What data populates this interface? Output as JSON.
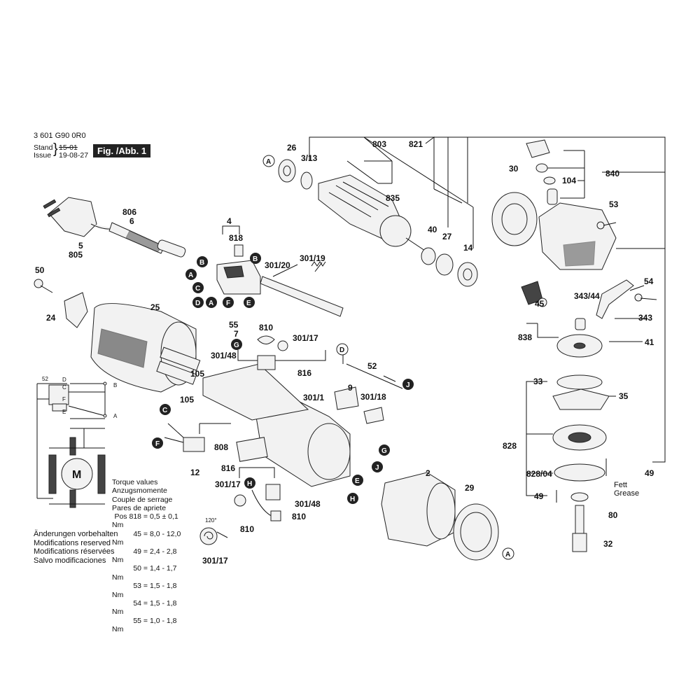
{
  "header": {
    "doc_number": "3 601 G90 0R0",
    "stand_label": "Stand",
    "issue_label": "Issue",
    "old_date": "15-01",
    "issue_date": "19-08-27",
    "figure_label": "Fig. /Abb. 1"
  },
  "labels": {
    "l26": "26",
    "l313": "3/13",
    "l803": "803",
    "l821": "821",
    "l30": "30",
    "l840": "840",
    "l104": "104",
    "l835": "835",
    "l53": "53",
    "l806": "806",
    "l6": "6",
    "l5": "5",
    "l805": "805",
    "l4": "4",
    "l818": "818",
    "l30119": "301/19",
    "l30120": "301/20",
    "l40": "40",
    "l27": "27",
    "l14": "14",
    "l50": "50",
    "l24": "24",
    "l25": "25",
    "l55": "55",
    "l7": "7",
    "l810a": "810",
    "l30117a": "301/17",
    "l30148a": "301/48",
    "l816a": "816",
    "l105a": "105",
    "l105b": "105",
    "l52": "52",
    "l9": "9",
    "l30118": "301/18",
    "l3011": "301/1",
    "l12": "12",
    "l808": "808",
    "l816b": "816",
    "l30117b": "301/17",
    "l30148b": "301/48",
    "l810b": "810",
    "l810c": "810",
    "l30117c": "301/17",
    "l2": "2",
    "l29": "29",
    "l54": "54",
    "l34344": "343/44",
    "l45": "45",
    "l343": "343",
    "l838": "838",
    "l41": "41",
    "l33": "33",
    "l35": "35",
    "l828": "828",
    "l82804": "828/04",
    "l49a": "49",
    "l49b": "49",
    "l80": "80",
    "l32": "32",
    "fett": "Fett",
    "grease": "Grease",
    "angle": "120°",
    "s52": "52"
  },
  "markers": {
    "A": "A",
    "B": "B",
    "C": "C",
    "D": "D",
    "E": "E",
    "F": "F",
    "G": "G",
    "H": "H",
    "J": "J"
  },
  "torque": {
    "heading": [
      "Torque values",
      "Anzugsmomente",
      "Couple de serrage",
      "Pares de apriete"
    ],
    "rows": [
      {
        "pos": "Pos 818",
        "value": "= 0,5 ± 0,1 Nm"
      },
      {
        "pos": "45",
        "value": "= 8,0 - 12,0 Nm"
      },
      {
        "pos": "49",
        "value": "= 2,4 - 2,8 Nm"
      },
      {
        "pos": "50",
        "value": "= 1,4 - 1,7 Nm"
      },
      {
        "pos": "53",
        "value": "= 1,5 - 1,8 Nm"
      },
      {
        "pos": "54",
        "value": "= 1,5 - 1,8 Nm"
      },
      {
        "pos": "55",
        "value": "= 1,0 - 1,8 Nm"
      }
    ]
  },
  "notice": [
    "Änderungen vorbehalten",
    "Modifications reserved",
    "Modifications réservées",
    "Salvo modificaciones"
  ],
  "schematic": {
    "b": "B",
    "c": "C",
    "d": "D",
    "e": "E",
    "f": "F",
    "a": "A",
    "m": "M"
  }
}
